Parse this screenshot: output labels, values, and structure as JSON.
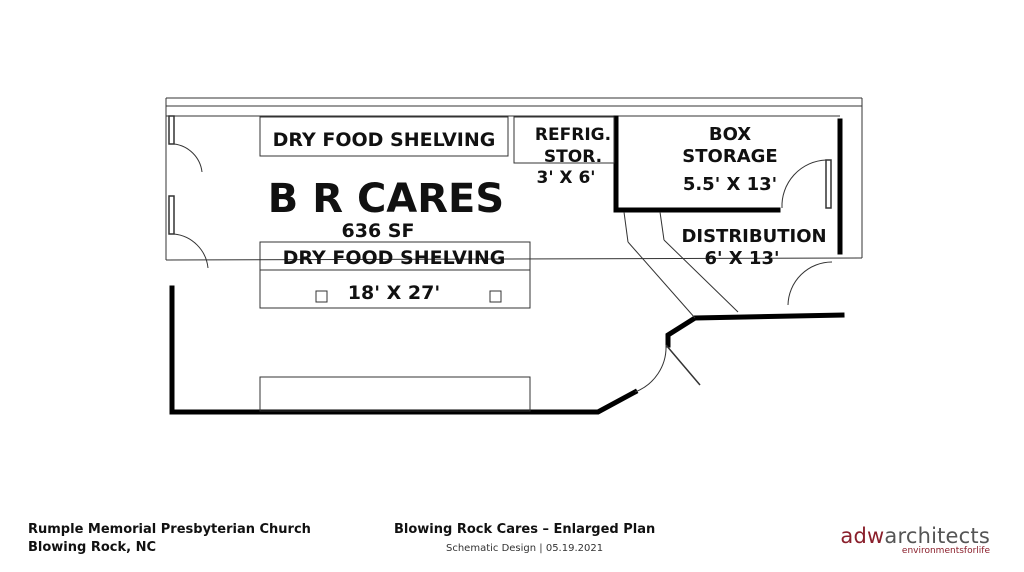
{
  "plan": {
    "rooms": {
      "main_name": "B R CARES",
      "main_area": "636 SF",
      "shelving_top": "DRY FOOD SHELVING",
      "shelving_bottom": "DRY FOOD SHELVING",
      "shelving_size": "18' X 27'",
      "refrig_line1": "REFRIG.",
      "refrig_line2": "STOR.",
      "refrig_size": "3' X 6'",
      "box_line1": "BOX",
      "box_line2": "STORAGE",
      "box_size": "5.5' X 13'",
      "distribution_name": "DISTRIBUTION",
      "distribution_size": "6' X 13'"
    }
  },
  "footer": {
    "client_name": "Rumple Memorial Presbyterian Church",
    "client_location": "Blowing Rock, NC",
    "project_title": "Blowing Rock Cares – Enlarged Plan",
    "project_phase": "Schematic Design | 05.19.2021",
    "logo_adw": "adw",
    "logo_architects": "architects",
    "logo_tagline": "environmentsforlife"
  },
  "colors": {
    "logo_accent": "#8a1f2b",
    "logo_gray": "#555555"
  }
}
